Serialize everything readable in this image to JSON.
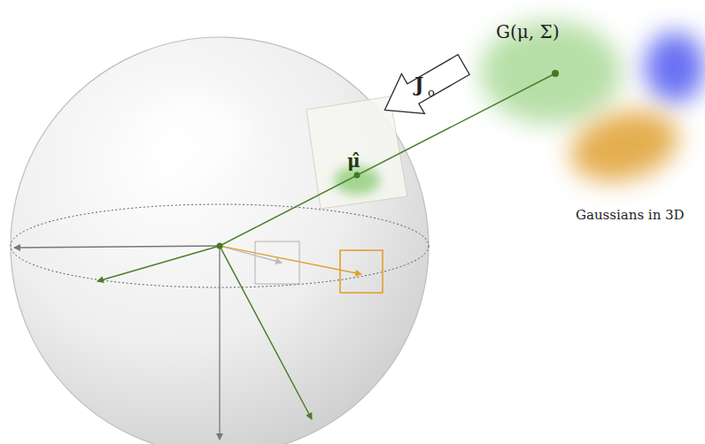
{
  "diagram": {
    "labels": [
      "G(μ, Σ)",
      "μ̂",
      "J",
      "o",
      "Gaussians in 3D"
    ]
  }
}
